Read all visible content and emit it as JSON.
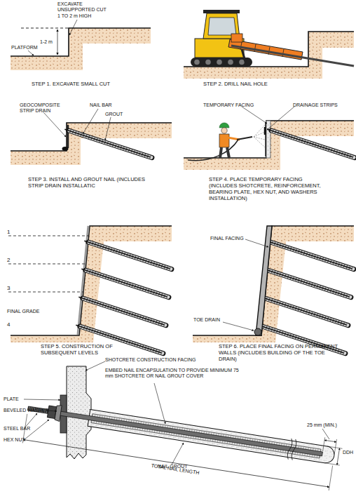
{
  "diagram": {
    "labels": [
      "EXCAVATE UNSUPPORTED CUT 1 TO 2 m HIGH",
      "PLATFORM",
      "1-2 m",
      "STEP 1. EXCAVATE SMALL CUT",
      "STEP 2. DRILL NAIL HOLE",
      "GEOCOMPOSITE STRIP DRAIN",
      "NAIL BAR",
      "GROUT",
      "STEP 3. INSTALL AND GROUT NAIL (INCLUDES STRIP DRAIN INSTALLATIC",
      "TEMPORARY FACING",
      "DRAINAGE STRIPS",
      "STEP 4. PLACE TEMPORARY FACING (INCLUDES SHOTCRETE, REINFORCEMENT, BEARING PLATE, HEX NUT, AND WASHERS INSTALLATION)",
      "1",
      "2",
      "3",
      "FINAL GRADE",
      "4",
      "STEP 5. CONSTRUCTION OF SUBSEQUENT LEVELS",
      "FINAL FACING",
      "TOE DRAIN",
      "STEP 6. PLACE FINAL FACING ON PERMANENT WALLS (INCLUDES BUILDING OF THE TOE DRAIN)",
      "PLATE",
      "BEVELED WASHER",
      "STEEL BAR",
      "HEX NUT",
      "SHOTCRETE CONSTRUCTION FACING",
      "EMBED NAIL ENCAPSULATION TO PROVIDE MINIMUM 75 mm SHOTCRETE OR NAIL GROUT COVER",
      "NAIL GROUT",
      "25 mm (MIN.)",
      "DDH",
      "TOTAL NAIL LENGTH"
    ]
  }
}
